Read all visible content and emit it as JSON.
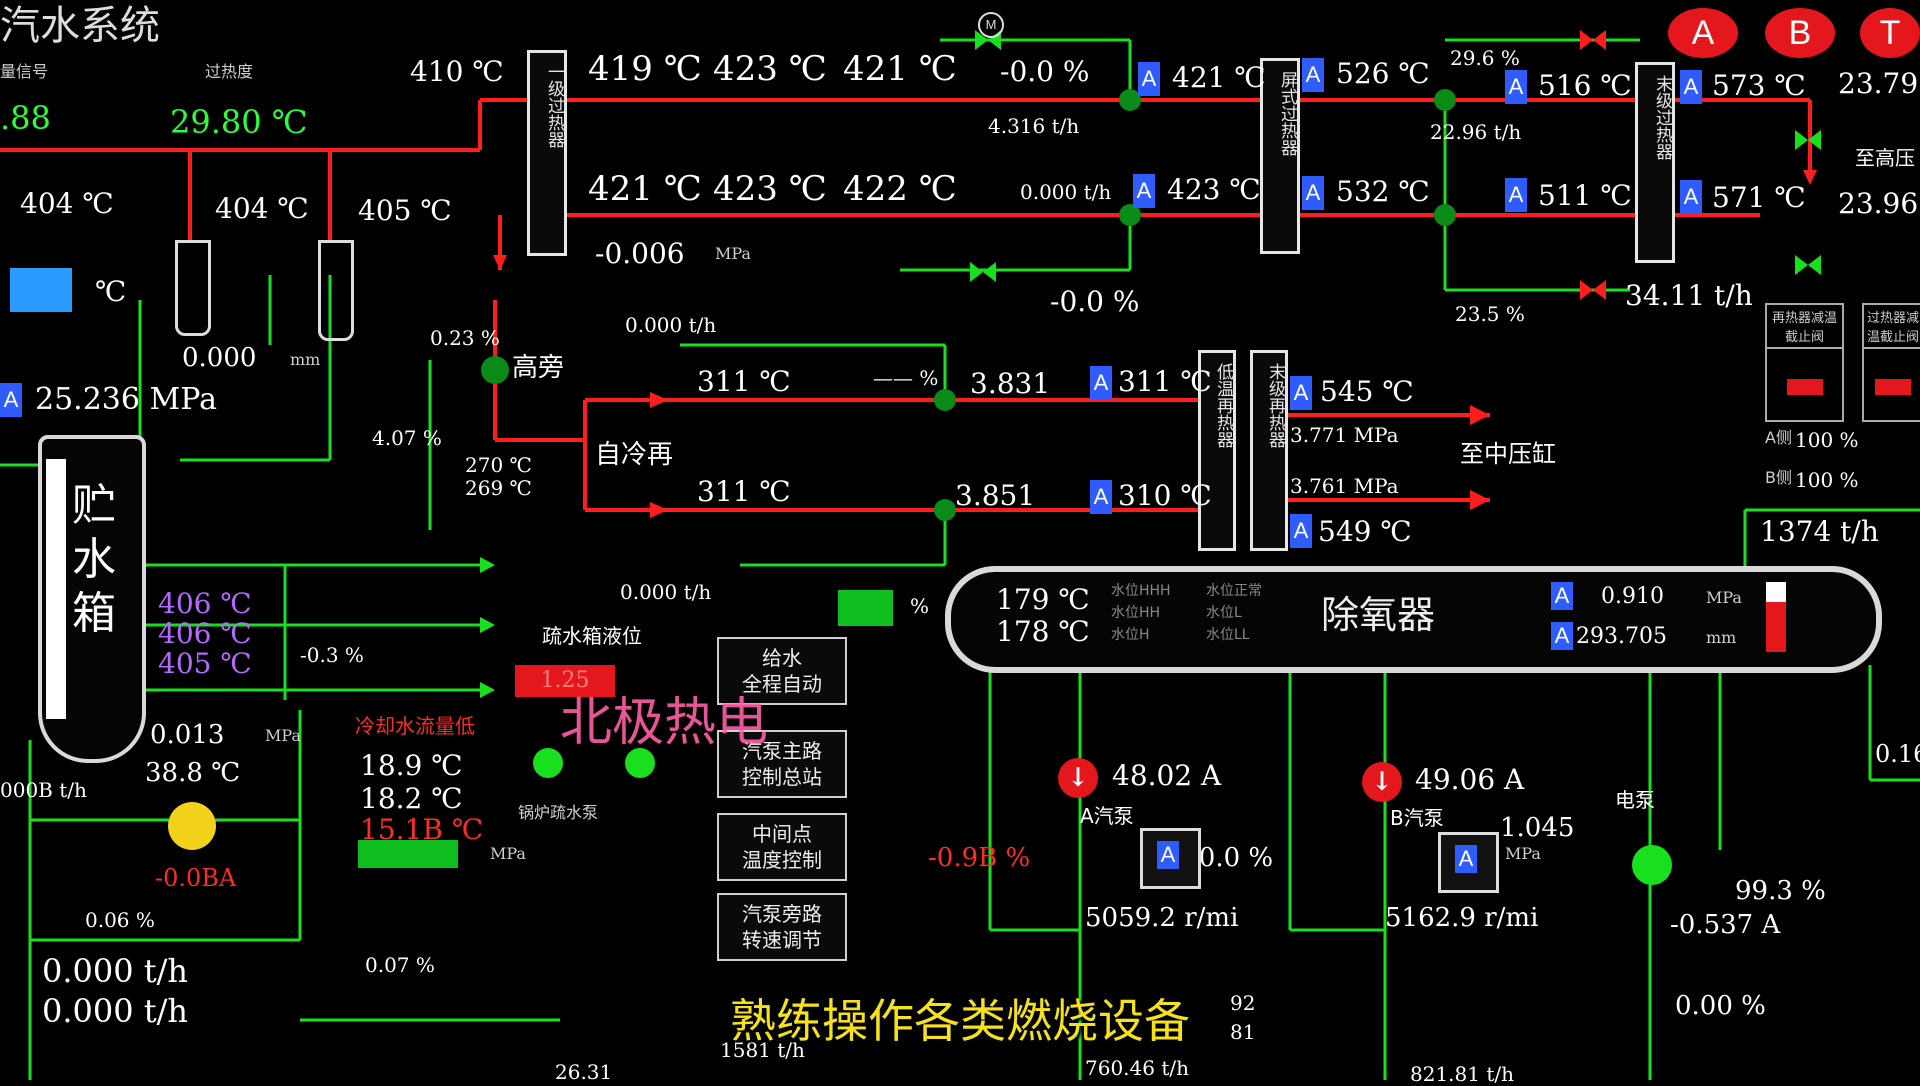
{
  "title": "汽水系统",
  "labels": {
    "flow_signal": "量信号",
    "superheat": "过热度",
    "bypass_high": "高旁",
    "cold_reheat": "自冷再",
    "to_mid_cyl": "至中压缸",
    "to_high": "至高压",
    "storage_tank": "贮水箱",
    "drain_level": "疏水箱液位",
    "cooling_low": "冷却水流量低",
    "boiler_drain_pump": "锅炉疏水泵",
    "deaerator": "除氧器",
    "pump_a": "A汽泵",
    "pump_b": "B汽泵",
    "elec_pump": "电泵",
    "side_a": "A侧",
    "side_b": "B侧",
    "hx1": "一级过热器",
    "hx2": "屏式过热器",
    "hx3": "末级过热器",
    "hx4": "低温再热器",
    "hx5": "末级再热器",
    "box1": "再热器减温截止阀",
    "box2": "过热器减温截止阀",
    "lvl": [
      "水位HHH",
      "水位HH",
      "水位H",
      "水位正常",
      "水位L",
      "水位LL"
    ]
  },
  "buttons": {
    "abt": [
      "A",
      "B",
      "T"
    ],
    "feedwater_auto": "给水\n全程自动",
    "turbine_pump_station": "汽泵主路\n控制总站",
    "midpoint_temp": "中间点\n温度控制",
    "pump_bypass": "汽泵旁路\n转速调节"
  },
  "readings": {
    "top_left_val": ".88",
    "superheat_val": "29.80 ℃",
    "t410": "410 ℃",
    "t419": "419 ℃",
    "t423a": "423 ℃",
    "t421a": "421 ℃",
    "t421b": "421 ℃",
    "t423b": "423 ℃",
    "t422": "422 ℃",
    "t404a": "404 ℃",
    "t404b": "404 ℃",
    "t405": "405 ℃",
    "p_neg006": "-0.006",
    "mpa": "MPa",
    "pct_neg00a": "-0.0 %",
    "flow4316": "4.316 t/h",
    "flow0000a": "0.000 t/h",
    "pct_neg00b": "-0.0 %",
    "ta421": "421 ℃",
    "ta526": "526 ℃",
    "ta423": "423 ℃",
    "ta532": "532 ℃",
    "pct296": "29.6 %",
    "flow2296": "22.96 t/h",
    "ta516": "516 ℃",
    "ta573": "573 ℃",
    "v2379": "23.79",
    "ta511": "511 ℃",
    "ta571": "571 ℃",
    "v2396": "23.96",
    "pct235": "23.5 %",
    "flow3411": "34.11 t/h",
    "v000mm": "0.000",
    "mm": "mm",
    "p25236": "25.236 MPa",
    "pct023": "0.23 %",
    "pct407": "4.07 %",
    "t270": "270 ℃",
    "t269": "269 ℃",
    "flow0000b": "0.000 t/h",
    "t311a": "311 ℃",
    "pct_dash": "—— %",
    "p3831": "3.831",
    "ta311": "311 ℃",
    "ta545": "545 ℃",
    "p3771": "3.771 MPa",
    "t311b": "311 ℃",
    "p3851": "3.851",
    "ta310": "310 ℃",
    "p3761": "3.761 MPa",
    "ta549": "549 ℃",
    "flow0000c": "0.000 t/h",
    "pct_blank": "%",
    "t406a": "406 ℃",
    "t406b": "406 ℃",
    "t405b": "405 ℃",
    "pct_neg03": "-0.3 %",
    "p0013": "0.013",
    "t388": "38.8 ℃",
    "flow000B": "000B t/h",
    "amp_neg00B": "-0.0BA",
    "pct006": "0.06 %",
    "flow0000d": "0.000 t/h",
    "flow0000e": "0.000 t/h",
    "pct007": "0.07 %",
    "t189": "18.9 ℃",
    "t182": "18.2 ℃",
    "t151B": "15.1B ℃",
    "drain_level_val": "1.25",
    "flow1581": "1581 t/h",
    "p2631": "26.31",
    "t179": "179 ℃",
    "t178": "178 ℃",
    "dea_p": "0.910",
    "dea_lvl": "293.705",
    "a4802": "48.02 A",
    "a4906": "49.06 A",
    "pct_neg09B": "-0.9B %",
    "pct_neg00c": "-0.0 %",
    "p1045": "1.045",
    "rpm50592": "5059.2 r/mi",
    "rpm51629": "5162.9 r/mi",
    "pct993": "99.3 %",
    "amp_neg0537": "-0.537 A",
    "pct000f": "0.00 %",
    "flow1374": "1374 t/h",
    "pct100a": "100 %",
    "pct100b": "100 %",
    "v016": "0.16",
    "p92": "92",
    "p81": "81",
    "flow76046": "760.46 t/h",
    "v82181": "821.81 t/h"
  },
  "watermark": "北极热电",
  "subtitle": "熟练操作各类燃烧设备",
  "colors": {
    "pipe_red": "#ff1e1e",
    "pipe_green": "#19e01e",
    "accent_blue": "#2f5cff",
    "value_green": "#2cff39",
    "value_purple": "#b469ff"
  }
}
